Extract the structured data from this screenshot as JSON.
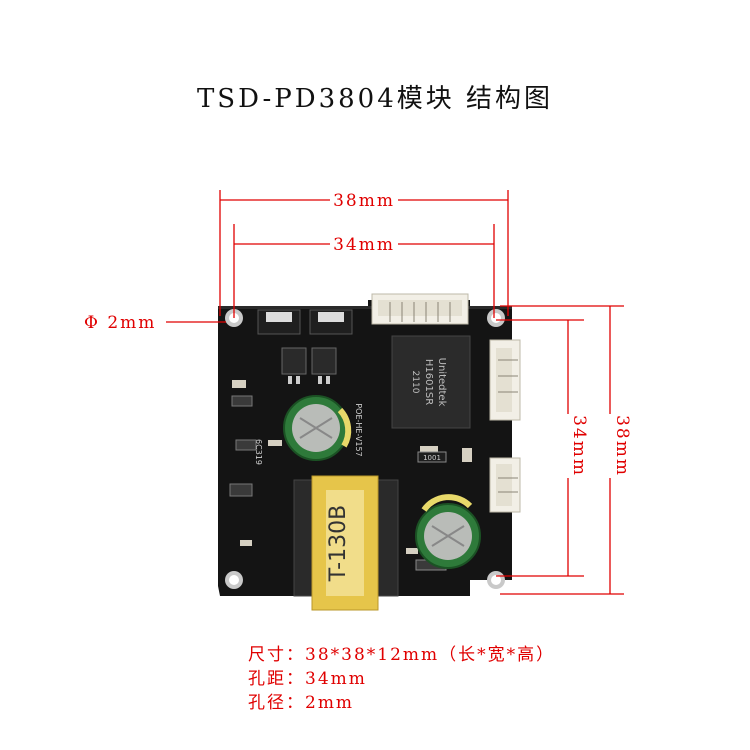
{
  "title": "TSD-PD3804模块 结构图",
  "dimensions": {
    "width_total": "38mm",
    "width_hole": "34mm",
    "height_total": "38mm",
    "height_hole": "34mm",
    "hole_diameter": "Φ 2mm"
  },
  "board_text": {
    "transformer_label": "T-130B",
    "chip_line1": "Unitedtek",
    "chip_line2": "H1601SR",
    "chip_line3": "2110",
    "board_name": "POE-HE-V157",
    "resistor_code": "1001",
    "cap_code": "6C319"
  },
  "specs": {
    "size": "尺寸：38*38*12mm（长*宽*高）",
    "pitch": "孔距：34mm",
    "hole": "孔径：2mm"
  },
  "colors": {
    "dimension": "#e00000",
    "pcb": "#141414"
  }
}
